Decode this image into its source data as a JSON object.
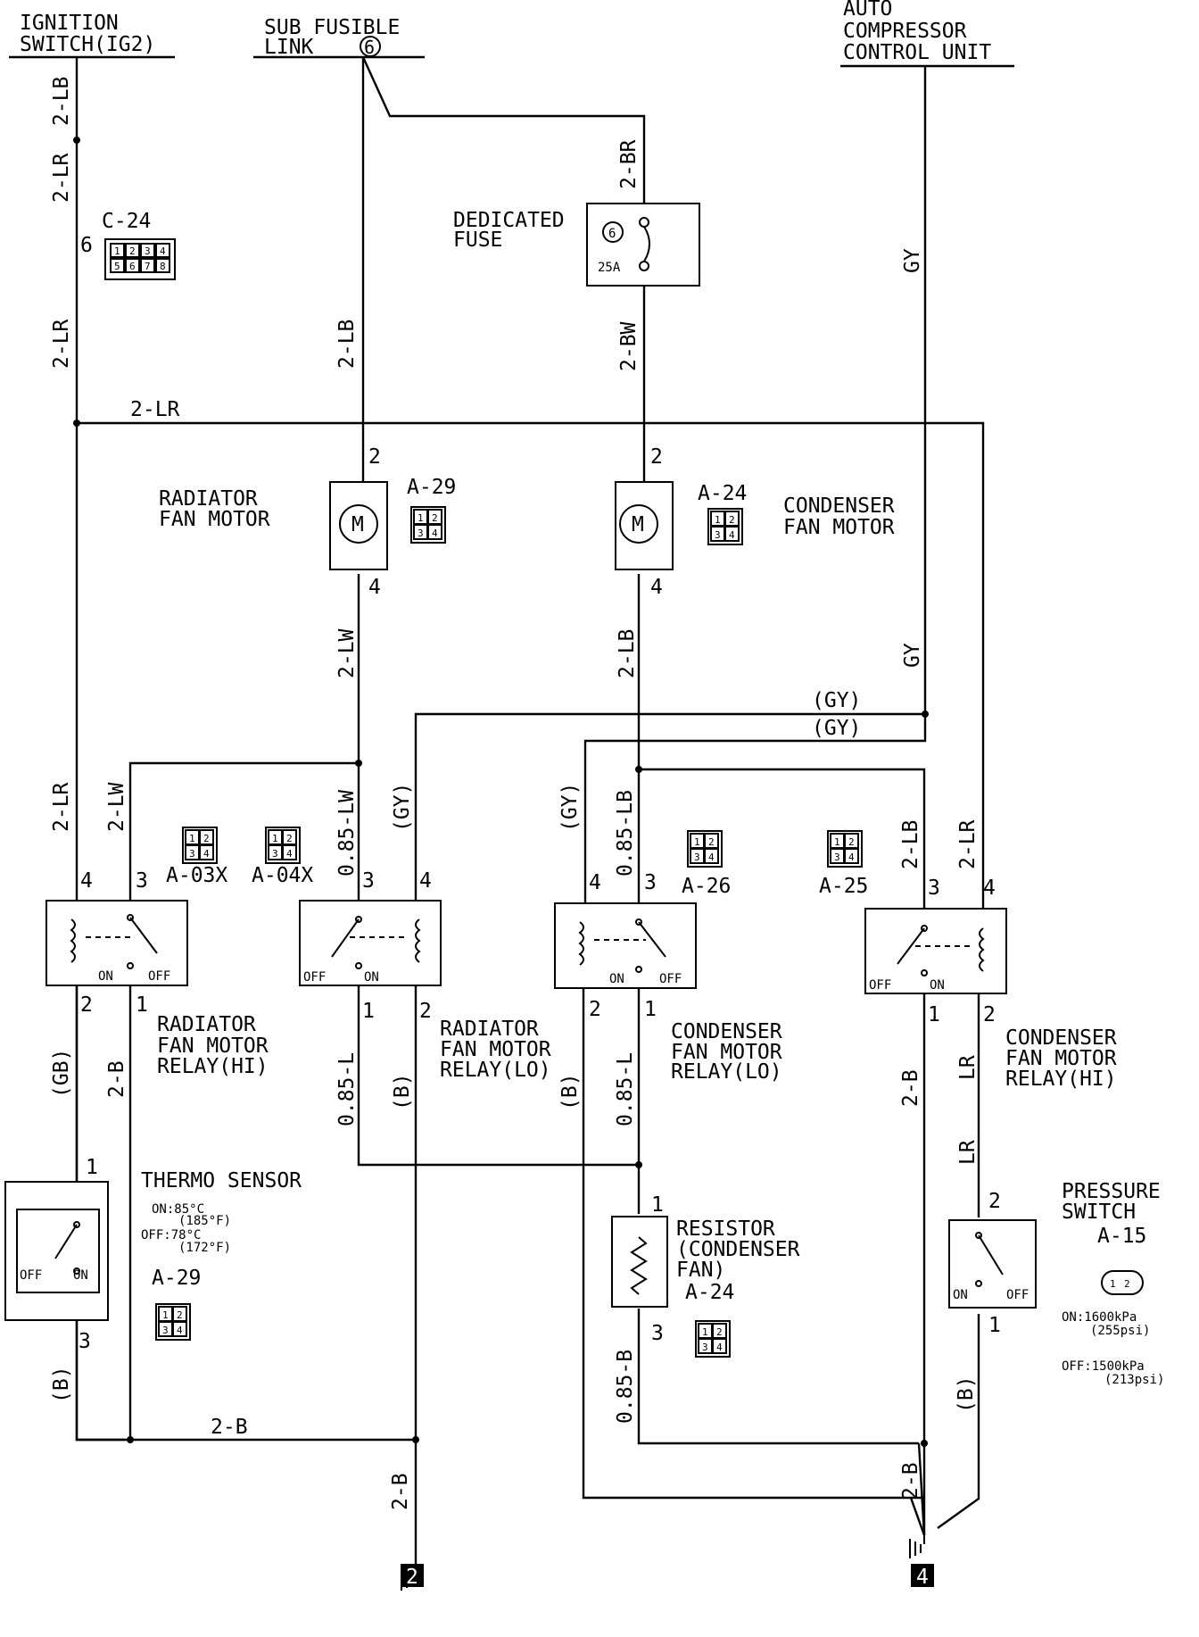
{
  "sources": {
    "ignition": [
      "IGNITION",
      "SWITCH(IG2)"
    ],
    "sub_fusible": [
      "SUB FUSIBLE",
      "LINK"
    ],
    "sub_fusible_number": "6",
    "auto_compressor": [
      "AUTO",
      "COMPRESSOR",
      "CONTROL UNIT"
    ]
  },
  "fuse": {
    "label": [
      "DEDICATED",
      "FUSE"
    ],
    "number": "6",
    "rating": "25A"
  },
  "motors": {
    "radiator": {
      "name": [
        "RADIATOR",
        "FAN MOTOR"
      ],
      "connector": "A-29",
      "pin_top": "2",
      "pin_bottom": "4"
    },
    "condenser": {
      "name": [
        "CONDENSER",
        "FAN MOTOR"
      ],
      "connector": "A-24",
      "pin_top": "2",
      "pin_bottom": "4"
    }
  },
  "relays": {
    "rad_hi": {
      "name": [
        "RADIATOR",
        "FAN MOTOR",
        "RELAY(HI)"
      ]
    },
    "rad_lo": {
      "name": [
        "RADIATOR",
        "FAN MOTOR",
        "RELAY(LO)"
      ]
    },
    "cond_lo": {
      "name": [
        "CONDENSER",
        "FAN MOTOR",
        "RELAY(LO)"
      ]
    },
    "cond_hi": {
      "name": [
        "CONDENSER",
        "FAN MOTOR",
        "RELAY(HI)"
      ]
    }
  },
  "relay_connectors": [
    "A-03X",
    "A-04X",
    "A-26",
    "A-25"
  ],
  "connector_c24": {
    "id": "C-24",
    "pins": [
      "1",
      "2",
      "3",
      "4",
      "5",
      "6",
      "7",
      "8"
    ],
    "pin_used": "6"
  },
  "connector_pins_4": [
    "1",
    "2",
    "3",
    "4"
  ],
  "connector_pins_2": [
    "1",
    "2"
  ],
  "switch_labels": {
    "on": "ON",
    "off": "OFF"
  },
  "thermo": {
    "name": "THERMO SENSOR",
    "spec": [
      "ON:85°C",
      "(185°F)",
      "OFF:78°C",
      "(172°F)"
    ],
    "connector": "A-29",
    "pin_top": "1",
    "pin_bottom": "3"
  },
  "resistor": {
    "name": [
      "RESISTOR",
      "(CONDENSER",
      "FAN)"
    ],
    "connector": "A-24",
    "pin_top": "1",
    "pin_bottom": "3"
  },
  "pressure": {
    "name": [
      "PRESSURE",
      "SWITCH"
    ],
    "connector": "A-15",
    "spec": [
      "ON:1600kPa",
      "(255psi)",
      "OFF:1500kPa",
      "(213psi)"
    ],
    "pin_top": "2",
    "pin_bottom": "1"
  },
  "grounds": [
    "2",
    "4"
  ],
  "pin_numbers": {
    "rad_hi": [
      "4",
      "3",
      "2",
      "1"
    ],
    "rad_lo": [
      "3",
      "4",
      "1",
      "2"
    ],
    "cond_lo": [
      "4",
      "3",
      "2",
      "1"
    ],
    "cond_hi": [
      "3",
      "4",
      "1",
      "2"
    ]
  },
  "wire_labels": {
    "ign_top": "2-LB",
    "ign_c24_above": "2-LR",
    "ign_c24_below": "2-LR",
    "lr_horizontal": "2-LR",
    "sub_fusible_wire": "2-LB",
    "fuse_in": "2-BR",
    "fuse_out": "2-BW",
    "auto_top": "GY",
    "auto_lower": "GY",
    "gy_h1": "(GY)",
    "gy_h2": "(GY)",
    "rad_motor_out": "2-LW",
    "cond_motor_out": "2-LB",
    "rad_hi_4": "2-LR",
    "rad_hi_3": "2-LW",
    "rad_lo_3": "0.85-LW",
    "rad_lo_4": "(GY)",
    "cond_lo_4": "(GY)",
    "cond_lo_3": "0.85-LB",
    "cond_hi_3": "2-LB",
    "cond_hi_4": "2-LR",
    "rad_hi_2": "(GB)",
    "rad_hi_1": "2-B",
    "rad_lo_1": "0.85-L",
    "rad_lo_2": "(B)",
    "cond_lo_2": "(B)",
    "cond_lo_1": "0.85-L",
    "cond_hi_1": "2-B",
    "cond_hi_2": "LR",
    "press_in": "LR",
    "thermo_out": "(B)",
    "bottom_h": "2-B",
    "g2": "2-B",
    "resistor_out": "0.85-B",
    "press_out": "(B)",
    "g4": "2-B"
  }
}
